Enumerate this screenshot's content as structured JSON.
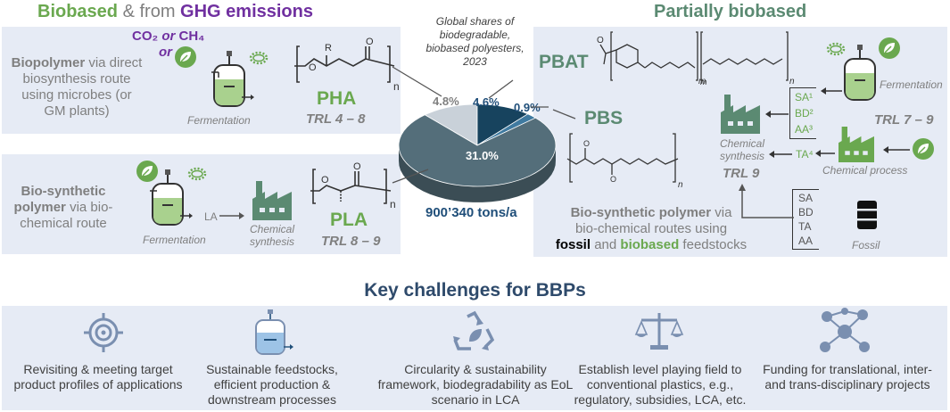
{
  "headers": {
    "left_part1": "Biobased",
    "left_part2": " & from ",
    "left_part3": "GHG emissions",
    "right": "Partially biobased",
    "pie_title": "Global shares of biodegradable, biobased polyesters, 2023"
  },
  "gas": {
    "co2": "CO₂",
    "or1": "or",
    "ch4": "CH₄",
    "or2": "or"
  },
  "biopolymer_box": {
    "title": "Biopolymer",
    "text": " via direct biosynthesis route using microbes (or GM plants)",
    "fermentation": "Fermentation",
    "polymer": "PHA",
    "trl": "TRL 4 – 8",
    "r_label": "R",
    "n_label": "n"
  },
  "biosynthetic_box": {
    "title": "Bio-synthetic polymer",
    "text": " via bio-chemical route",
    "fermentation": "Fermentation",
    "la": "LA",
    "chemical_synthesis": "Chemical synthesis",
    "polymer": "PLA",
    "trl": "TRL 8 – 9",
    "n_label": "n"
  },
  "right_box": {
    "pbat": "PBAT",
    "pbs": "PBS",
    "fermentation": "Fermentation",
    "trl_ferm": "TRL 7 – 9",
    "monomers_bio": [
      "SA¹",
      "BD²",
      "AA³"
    ],
    "ta4": "TA⁴",
    "chemical_synthesis": "Chemical synthesis",
    "trl_chem": "TRL 9",
    "chemical_process": "Chemical process",
    "fossil_monomers": [
      "SA",
      "BD",
      "TA",
      "AA"
    ],
    "fossil": "Fossil",
    "desc_title": "Bio-synthetic polymer",
    "desc_line1": " via",
    "desc_line2": "bio-chemical routes using",
    "desc_fossil": "fossil",
    "desc_and": " and ",
    "desc_biobased": "biobased",
    "desc_feedstocks": " feedstocks",
    "m_label": "m",
    "n_label": "n"
  },
  "pie": {
    "total": "900’340 tons/a",
    "labels": {
      "pla": "31.0%",
      "pha": "4.8%",
      "pbat": "4.6%",
      "pbs": "0.9%"
    }
  },
  "chart_data": {
    "type": "pie",
    "title": "Global shares of biodegradable, biobased polyesters, 2023",
    "slices": [
      {
        "name": "PLA",
        "value": 31.0,
        "color": "#546e7a"
      },
      {
        "name": "PHA",
        "value": 4.8,
        "color": "#c9d1d9"
      },
      {
        "name": "PBAT",
        "value": 4.6,
        "color": "#17435e"
      },
      {
        "name": "PBS",
        "value": 0.9,
        "color": "#3f7aa0"
      }
    ]
  },
  "challenges": {
    "title": "Key challenges for BBPs",
    "items": [
      {
        "icon": "target-icon",
        "text": "Revisiting & meeting target product profiles of applications"
      },
      {
        "icon": "bioreactor-icon",
        "text": "Sustainable feedstocks, efficient production & downstream processes"
      },
      {
        "icon": "recycle-leaf-icon",
        "text": "Circularity & sustainability framework, biodegradability as EoL scenario in LCA"
      },
      {
        "icon": "scales-icon",
        "text": "Establish level playing field to conventional plastics, e.g., regulatory, subsidies, LCA, etc."
      },
      {
        "icon": "network-icon",
        "text": "Funding for translational, inter- and trans-disciplinary projects"
      }
    ]
  },
  "colors": {
    "green": "#6aa84f",
    "purple": "#7030a0",
    "navy": "#1f4e79",
    "panel": "#e6ebf5",
    "factory": "#5b8a72"
  }
}
